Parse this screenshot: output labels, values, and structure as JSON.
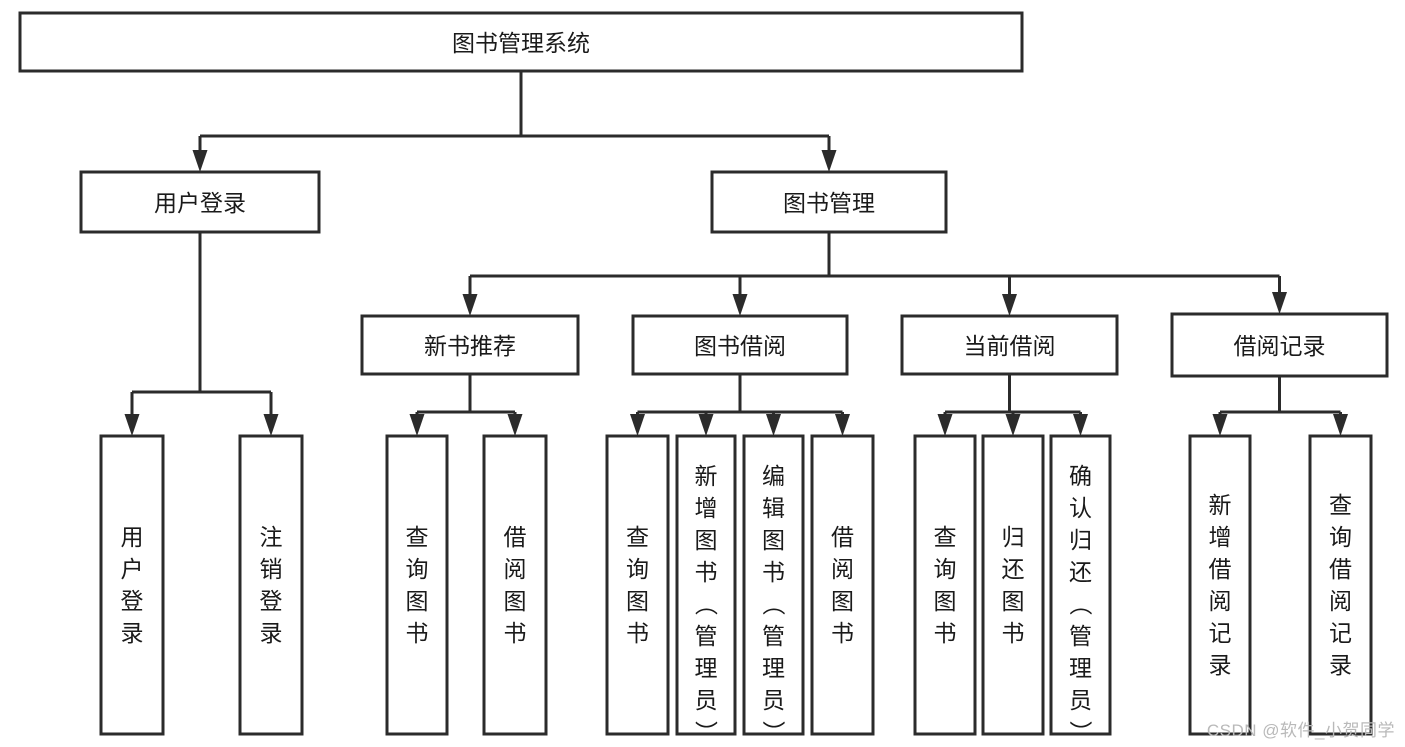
{
  "diagram": {
    "title": "图书管理系统",
    "type": "hierarchy-tree",
    "watermark": "CSDN @软件_小贺同学",
    "nodes": {
      "root": {
        "label": "图书管理系统",
        "orientation": "horizontal"
      },
      "level2": [
        {
          "id": "user-login",
          "label": "用户登录",
          "orientation": "horizontal"
        },
        {
          "id": "book-manage",
          "label": "图书管理",
          "orientation": "horizontal"
        }
      ],
      "level3": [
        {
          "id": "new-book-rec",
          "label": "新书推荐",
          "orientation": "horizontal"
        },
        {
          "id": "book-borrow",
          "label": "图书借阅",
          "orientation": "horizontal"
        },
        {
          "id": "current-borrow",
          "label": "当前借阅",
          "orientation": "horizontal"
        },
        {
          "id": "borrow-record",
          "label": "借阅记录",
          "orientation": "horizontal"
        }
      ],
      "leaves": {
        "user-login": [
          {
            "id": "leaf-user-login",
            "label": "用户登录",
            "orientation": "vertical",
            "tall": false
          },
          {
            "id": "leaf-logout",
            "label": "注销登录",
            "orientation": "vertical",
            "tall": false
          }
        ],
        "new-book-rec": [
          {
            "id": "leaf-query-book-1",
            "label": "查询图书",
            "orientation": "vertical",
            "tall": false
          },
          {
            "id": "leaf-borrow-book-1",
            "label": "借阅图书",
            "orientation": "vertical",
            "tall": false
          }
        ],
        "book-borrow": [
          {
            "id": "leaf-query-book-2",
            "label": "查询图书",
            "orientation": "vertical",
            "tall": false
          },
          {
            "id": "leaf-add-book",
            "label": "新增图书（管理员）",
            "orientation": "vertical",
            "tall": true
          },
          {
            "id": "leaf-edit-book",
            "label": "编辑图书（管理员）",
            "orientation": "vertical",
            "tall": true
          },
          {
            "id": "leaf-borrow-book-2",
            "label": "借阅图书",
            "orientation": "vertical",
            "tall": false
          }
        ],
        "current-borrow": [
          {
            "id": "leaf-query-book-3",
            "label": "查询图书",
            "orientation": "vertical",
            "tall": false
          },
          {
            "id": "leaf-return-book",
            "label": "归还图书",
            "orientation": "vertical",
            "tall": false
          },
          {
            "id": "leaf-confirm-return",
            "label": "确认归还（管理员）",
            "orientation": "vertical",
            "tall": true
          }
        ],
        "borrow-record": [
          {
            "id": "leaf-add-record",
            "label": "新增借阅记录",
            "orientation": "vertical",
            "tall": false
          },
          {
            "id": "leaf-query-record",
            "label": "查询借阅记录",
            "orientation": "vertical",
            "tall": false
          }
        ]
      }
    },
    "colors": {
      "stroke": "#2b2b2b",
      "fill": "#ffffff",
      "text": "#1a1a1a",
      "watermark": "#b9b9b9"
    }
  }
}
